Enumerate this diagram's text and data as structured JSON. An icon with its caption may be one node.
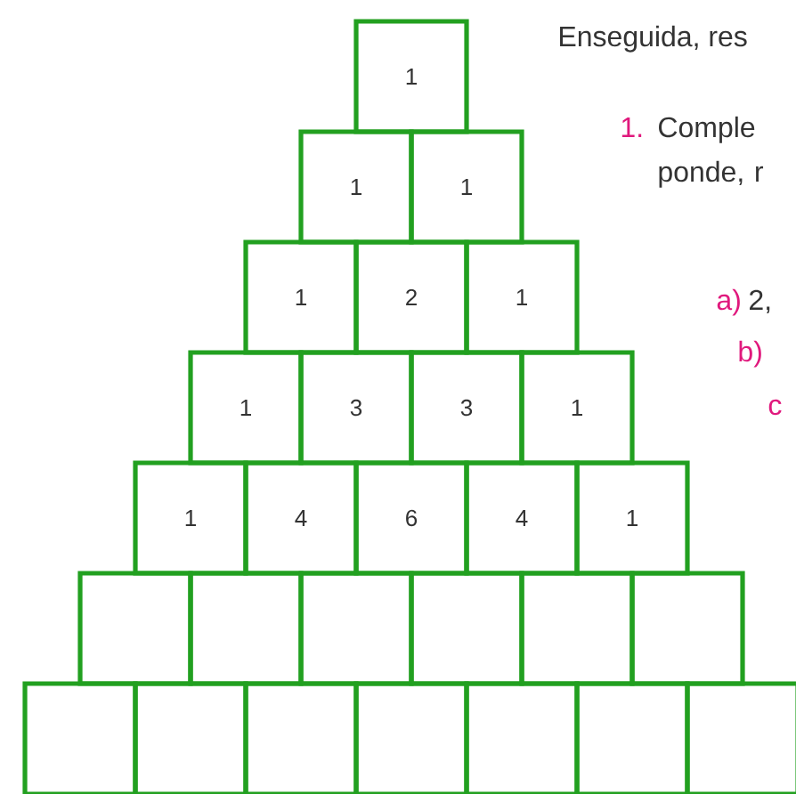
{
  "diagram": {
    "nodes": [
      {
        "text": [
          "1"
        ]
      },
      {
        "text": [
          "1"
        ]
      },
      {
        "text": [
          "1"
        ]
      },
      {
        "text": [
          "1"
        ]
      },
      {
        "text": [
          "2"
        ]
      },
      {
        "text": [
          "1"
        ]
      },
      {
        "text": [
          "1"
        ]
      },
      {
        "text": [
          "3"
        ]
      },
      {
        "text": [
          "3"
        ]
      },
      {
        "text": [
          "1"
        ]
      },
      {
        "text": [
          "1"
        ]
      },
      {
        "text": [
          "4"
        ]
      },
      {
        "text": [
          "6"
        ]
      },
      {
        "text": [
          "4"
        ]
      },
      {
        "text": [
          "1"
        ]
      },
      {
        "text": [],
        "shape": "box"
      },
      {
        "text": [],
        "shape": "box"
      },
      {
        "text": [],
        "shape": "box"
      },
      {
        "text": [],
        "shape": "box"
      },
      {
        "text": [],
        "shape": "box"
      },
      {
        "text": [],
        "shape": "box"
      },
      {
        "text": [],
        "shape": "box"
      },
      {
        "text": [],
        "shape": "box"
      },
      {
        "text": [],
        "shape": "box"
      },
      {
        "text": [],
        "shape": "box"
      },
      {
        "text": [],
        "shape": "box"
      },
      {
        "text": [],
        "shape": "box"
      },
      {
        "text": [],
        "shape": "box"
      }
    ],
    "labels": [
      "Enseguida, res",
      "1.",
      "Comple ponde, r",
      "a)",
      "2,",
      "b)",
      "c"
    ]
  }
}
